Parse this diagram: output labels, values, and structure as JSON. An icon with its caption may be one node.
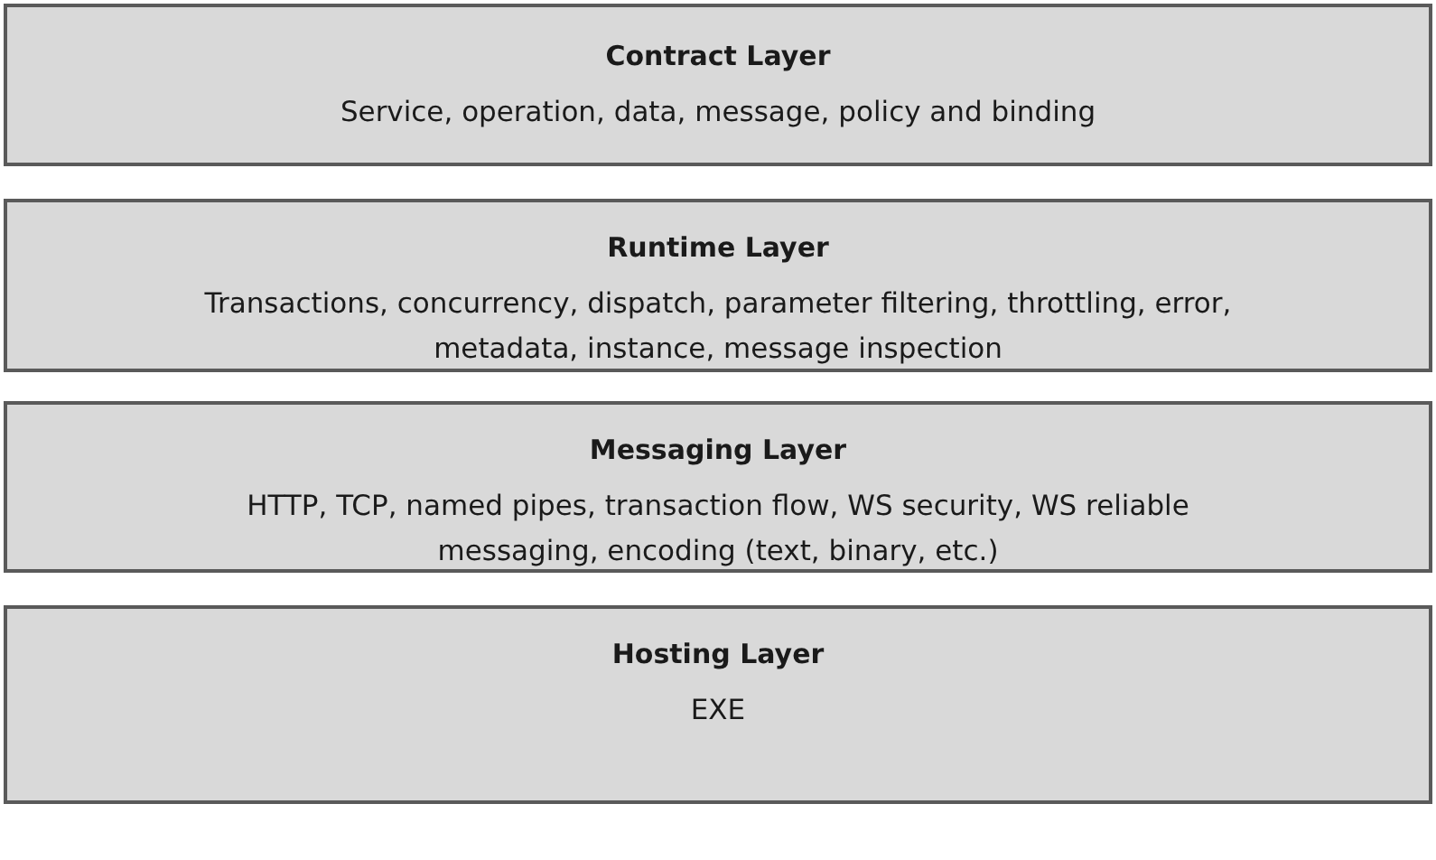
{
  "diagram": {
    "nodes": [
      {
        "text": [
          "Contract Layer",
          "Service, operation, data, message, policy and binding"
        ]
      },
      {
        "text": [
          "Runtime Layer",
          "Transactions, concurrency, dispatch, parameter filtering, throttling, error, metadata, instance, message inspection"
        ]
      },
      {
        "text": [
          "Messaging Layer",
          "HTTP, TCP, named pipes, transaction flow, WS security, WS reliable messaging, encoding (text, binary, etc.)"
        ]
      },
      {
        "text": [
          "Hosting Layer",
          "EXE"
        ]
      }
    ]
  }
}
